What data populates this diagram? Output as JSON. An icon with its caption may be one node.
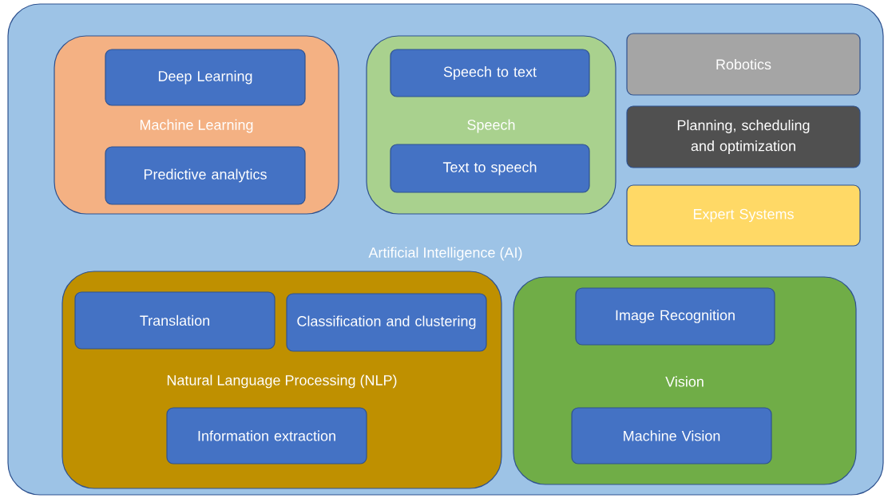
{
  "diagram": {
    "nodes": [
      {
        "text": [
          "Artificial Intelligence (AI)"
        ]
      },
      {
        "text": [
          "Machine Learning"
        ],
        "in": 0
      },
      {
        "text": [
          "Deep Learning"
        ],
        "in": 1
      },
      {
        "text": [
          "Predictive analytics"
        ],
        "in": 1
      },
      {
        "text": [
          "Speech"
        ],
        "in": 0
      },
      {
        "text": [
          "Speech to text"
        ],
        "in": 4
      },
      {
        "text": [
          "Text to speech"
        ],
        "in": 4
      },
      {
        "text": [
          "Robotics"
        ],
        "in": 0
      },
      {
        "text": [
          "Planning, scheduling and optimization"
        ],
        "in": 0
      },
      {
        "text": [
          "Expert Systems"
        ],
        "in": 0
      },
      {
        "text": [
          "Natural Language Processing (NLP)"
        ],
        "in": 0
      },
      {
        "text": [
          "Translation"
        ],
        "in": 10
      },
      {
        "text": [
          "Classification and clustering"
        ],
        "in": 10
      },
      {
        "text": [
          "Information extraction"
        ],
        "in": 10
      },
      {
        "text": [
          "Vision"
        ],
        "in": 0
      },
      {
        "text": [
          "Image Recognition"
        ],
        "in": 14
      },
      {
        "text": [
          "Machine Vision"
        ],
        "in": 14
      }
    ]
  }
}
